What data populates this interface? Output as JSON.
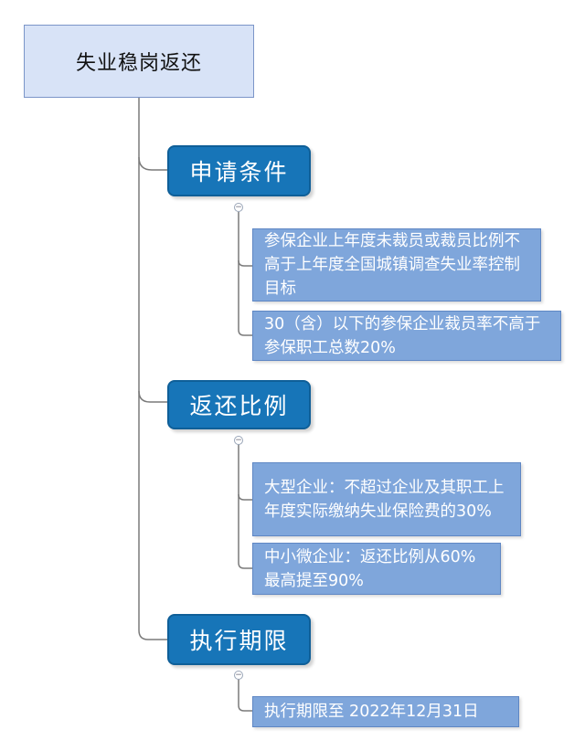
{
  "root": {
    "label": "失业稳岗返还"
  },
  "branches": [
    {
      "label": "申请条件",
      "children": [
        "参保企业上年度未裁员或裁员比例不高于上年度全国城镇调查失业率控制目标",
        "30（含）以下的参保企业裁员率不高于参保职工总数20%"
      ]
    },
    {
      "label": "返还比例",
      "children": [
        "大型企业：不超过企业及其职工上年度实际缴纳失业保险费的30%",
        "中小微企业：返还比例从60%最高提至90%"
      ]
    },
    {
      "label": "执行期限",
      "children": [
        "执行期限至 2022年12月31日"
      ]
    }
  ],
  "toggle_symbol": "−",
  "colors": {
    "root_fill": "#d8e3f7",
    "branch_fill": "#1775b8",
    "leaf_fill": "#7fa6db",
    "connector": "#7a7a7a"
  }
}
